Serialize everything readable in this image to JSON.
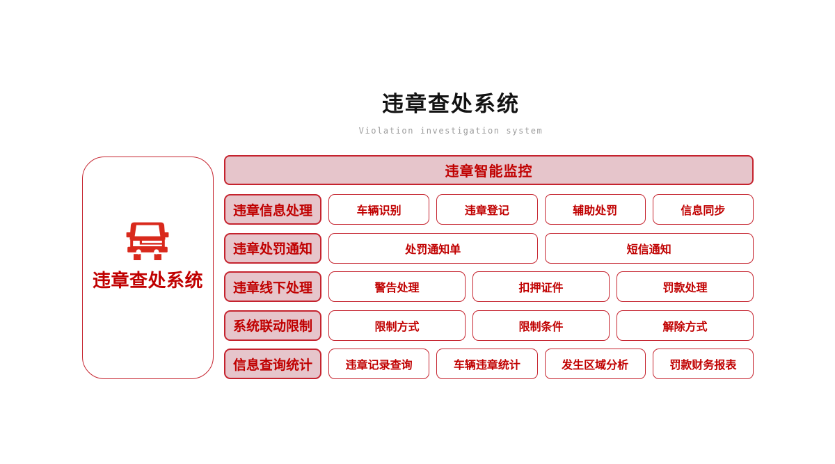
{
  "page": {
    "title": "违章查处系统",
    "subtitle": "Violation investigation system"
  },
  "sidebar": {
    "icon": "car-icon",
    "label": "违章查处系统"
  },
  "banner": {
    "label": "违章智能监控"
  },
  "rows": [
    {
      "label": "违章信息处理",
      "items": [
        "车辆识别",
        "违章登记",
        "辅助处罚",
        "信息同步"
      ]
    },
    {
      "label": "违章处罚通知",
      "items": [
        "处罚通知单",
        "短信通知"
      ]
    },
    {
      "label": "违章线下处理",
      "items": [
        "警告处理",
        "扣押证件",
        "罚款处理"
      ]
    },
    {
      "label": "系统联动限制",
      "items": [
        "限制方式",
        "限制条件",
        "解除方式"
      ]
    },
    {
      "label": "信息查询统计",
      "items": [
        "违章记录查询",
        "车辆违章统计",
        "发生区域分析",
        "罚款财务报表"
      ]
    }
  ],
  "colors": {
    "background": "#ffffff",
    "accent_red_text": "#c00000",
    "border_red": "#c5232e",
    "pink_fill": "#e6c5cb",
    "icon_red": "#d9291c",
    "title_black": "#121212",
    "subtitle_gray": "#9c9c9c"
  }
}
